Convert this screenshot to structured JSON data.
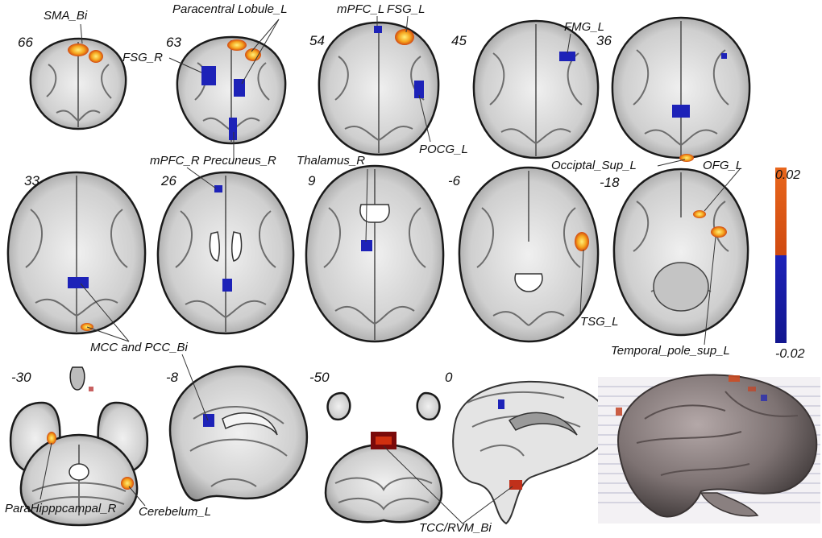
{
  "slices": [
    {
      "id": "z66",
      "label": "66"
    },
    {
      "id": "z63",
      "label": "63"
    },
    {
      "id": "z54",
      "label": "54"
    },
    {
      "id": "z45",
      "label": "45"
    },
    {
      "id": "z36",
      "label": "36"
    },
    {
      "id": "z33",
      "label": "33"
    },
    {
      "id": "z26",
      "label": "26"
    },
    {
      "id": "z9",
      "label": "9"
    },
    {
      "id": "zm6",
      "label": "-6"
    },
    {
      "id": "zm18",
      "label": "-18"
    },
    {
      "id": "zm30",
      "label": "-30"
    },
    {
      "id": "xm8",
      "label": "-8"
    },
    {
      "id": "zm50",
      "label": "-50"
    },
    {
      "id": "x0",
      "label": "0"
    }
  ],
  "regions": [
    {
      "id": "sma",
      "label": "SMA_Bi",
      "sign": "positive"
    },
    {
      "id": "paracentral",
      "label": "Paracentral Lobule_L",
      "sign": "positive"
    },
    {
      "id": "mpfc_l",
      "label": "mPFC_L",
      "sign": "negative"
    },
    {
      "id": "fsg_l",
      "label": "FSG_L",
      "sign": "positive"
    },
    {
      "id": "fmg_l",
      "label": "FMG_L",
      "sign": "negative"
    },
    {
      "id": "fsg_r",
      "label": "FSG_R",
      "sign": "negative"
    },
    {
      "id": "precuneus_r",
      "label": "Precuneus_R",
      "sign": "negative"
    },
    {
      "id": "pocg_l",
      "label": "POCG_L",
      "sign": "negative"
    },
    {
      "id": "mpfc_r",
      "label": "mPFC_R",
      "sign": "negative"
    },
    {
      "id": "thalamus_r",
      "label": "Thalamus_R",
      "sign": "negative"
    },
    {
      "id": "occ_sup_l",
      "label": "Occiptal_Sup_L",
      "sign": "positive"
    },
    {
      "id": "ofg_l",
      "label": "OFG_L",
      "sign": "positive"
    },
    {
      "id": "tsg_l",
      "label": "TSG_L",
      "sign": "positive"
    },
    {
      "id": "mcc_pcc",
      "label": "MCC and PCC_Bi",
      "sign": "negative"
    },
    {
      "id": "temp_pole",
      "label": "Temporal_pole_sup_L",
      "sign": "positive"
    },
    {
      "id": "parahippo_r",
      "label": "ParaHipppcampal_R",
      "sign": "positive"
    },
    {
      "id": "cerebelum_l",
      "label": "Cerebelum_L",
      "sign": "positive"
    },
    {
      "id": "tcc_rvm",
      "label": "TCC/RVM_Bi",
      "sign": "positive"
    }
  ],
  "colorbar": {
    "max_label": "0.02",
    "min_label": "-0.02",
    "positive_color": "#e8661c",
    "negative_color": "#1d22b8"
  },
  "colors": {
    "hot_core": "#fff07a",
    "hot_mid": "#f5a21c",
    "hot_edge": "#c8320e",
    "cold": "#1d22b8",
    "tissue_light": "#e9e9e9",
    "tissue_dark": "#8a8a8a"
  }
}
